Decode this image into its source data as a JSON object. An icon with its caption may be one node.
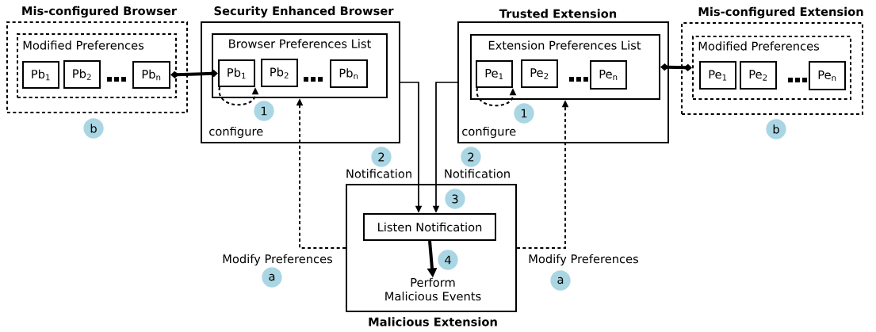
{
  "diagram": {
    "nodes": [
      {
        "text": [
          "Mis-configured Browser"
        ]
      },
      {
        "text": [
          "Modified Preferences"
        ],
        "in": 0
      },
      {
        "text": [
          "Pb$_{1}$"
        ],
        "in": 1
      },
      {
        "text": [
          "Pb$_{2}$"
        ],
        "in": 1
      },
      {
        "text": [
          "Pb$_{n}$"
        ],
        "in": 1
      },
      {
        "text": [
          "Security Enhanced Browser",
          "configure"
        ]
      },
      {
        "text": [
          "Browser Preferences List"
        ],
        "in": 5
      },
      {
        "text": [
          "Pb$_{1}$"
        ],
        "in": 6
      },
      {
        "text": [
          "Pb$_{2}$"
        ],
        "in": 6
      },
      {
        "text": [
          "Pb$_{n}$"
        ],
        "in": 6
      },
      {
        "text": [
          "Trusted Extension",
          "configure"
        ]
      },
      {
        "text": [
          "Extension Preferences List"
        ],
        "in": 10
      },
      {
        "text": [
          "Pe$_{1}$"
        ],
        "in": 11
      },
      {
        "text": [
          "Pe$_{2}$"
        ],
        "in": 11
      },
      {
        "text": [
          "Pe$_{n}$"
        ],
        "in": 11
      },
      {
        "text": [
          "Mis-configured Extension"
        ]
      },
      {
        "text": [
          "Modified Preferences"
        ],
        "in": 15
      },
      {
        "text": [
          "Pe$_{1}$"
        ],
        "in": 16
      },
      {
        "text": [
          "Pe$_{2}$"
        ],
        "in": 16
      },
      {
        "text": [
          "Pe$_{n}$"
        ],
        "in": 16
      },
      {
        "text": [
          "Malicious Extension"
        ]
      },
      {
        "text": [
          "Listen Notification"
        ],
        "in": 20
      },
      {
        "text": [
          "Perform Malicious Events"
        ],
        "in": 20
      }
    ],
    "edges": [
      {
        "from": 4,
        "to": 7,
        "arrow": "other",
        "style": "thick"
      },
      {
        "from": 11,
        "to": 16,
        "arrow": "other",
        "style": "thick"
      },
      {
        "from": 7,
        "to": 7,
        "arrow": "to",
        "style": "dashed"
      },
      {
        "from": 12,
        "to": 12,
        "arrow": "to",
        "style": "dashed"
      },
      {
        "from": 5,
        "to": 21,
        "arrow": "to",
        "label": "Notification"
      },
      {
        "from": 10,
        "to": 21,
        "arrow": "to",
        "label": "Notification"
      },
      {
        "from": 20,
        "to": 6,
        "arrow": "to",
        "style": "dashed",
        "label": "Modify Preferences"
      },
      {
        "from": 20,
        "to": 11,
        "arrow": "to",
        "style": "dashed",
        "label": "Modify Preferences"
      },
      {
        "from": 21,
        "to": 22,
        "arrow": "to",
        "style": "thick"
      }
    ],
    "labels": [
      "1",
      "1",
      "b",
      "b",
      "2",
      "2",
      "3",
      "4",
      "a",
      "a"
    ]
  }
}
